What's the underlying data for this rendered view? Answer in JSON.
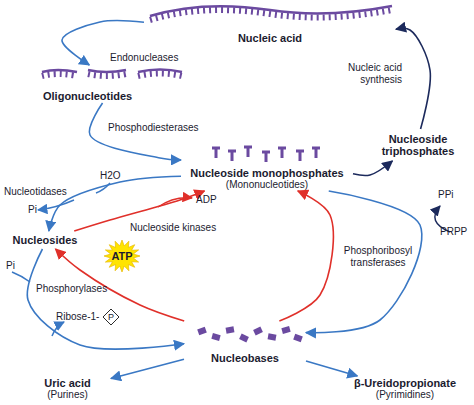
{
  "diagram": {
    "nodes": [
      {
        "text": [
          "Nucleic acid"
        ]
      },
      {
        "text": [
          "Oligonucleotides"
        ]
      },
      {
        "text": [
          "Nucleoside triphosphates"
        ]
      },
      {
        "text": [
          "Nucleoside monophosphates",
          "(Mononucleotides)"
        ]
      },
      {
        "text": [
          "Nucleosides"
        ]
      },
      {
        "text": [
          "ATP"
        ]
      },
      {
        "text": [
          "P"
        ]
      },
      {
        "text": [
          "Nucleobases"
        ]
      },
      {
        "text": [
          "Uric acid",
          "(Purines)"
        ]
      },
      {
        "text": [
          "β-Ureidopropionate",
          "(Pyrimidines)"
        ]
      }
    ],
    "edges": [
      {
        "from": 0,
        "to": 1,
        "arrow": "to",
        "label": "Endonucleases"
      },
      {
        "from": 1,
        "to": 3,
        "arrow": "to",
        "label": "Phosphodiesterases"
      },
      {
        "from": 3,
        "to": 2,
        "arrow": "to"
      },
      {
        "from": 2,
        "to": 0,
        "arrow": "to",
        "label": "Nucleic acid synthesis"
      },
      {
        "from": 3,
        "to": 4,
        "arrow": "to",
        "label": "Nucleotidases"
      },
      {
        "from": 4,
        "to": 3,
        "arrow": "to",
        "label": "Nucleoside kinases"
      },
      {
        "from": 4,
        "to": 7,
        "arrow": "to",
        "label": "Phosphorylases"
      },
      {
        "from": 7,
        "to": 4,
        "arrow": "to"
      },
      {
        "from": 3,
        "to": 7,
        "arrow": "to",
        "label": "Phosphoribosyl transferases"
      },
      {
        "from": 7,
        "to": 3,
        "arrow": "to"
      },
      {
        "from": 7,
        "to": 8,
        "arrow": "to"
      },
      {
        "from": 7,
        "to": 9,
        "arrow": "to"
      }
    ],
    "labels": [
      "H2O",
      "Pi",
      "ADP",
      "Pi",
      "Ribose-1-",
      "PPi",
      "PRPP"
    ]
  }
}
